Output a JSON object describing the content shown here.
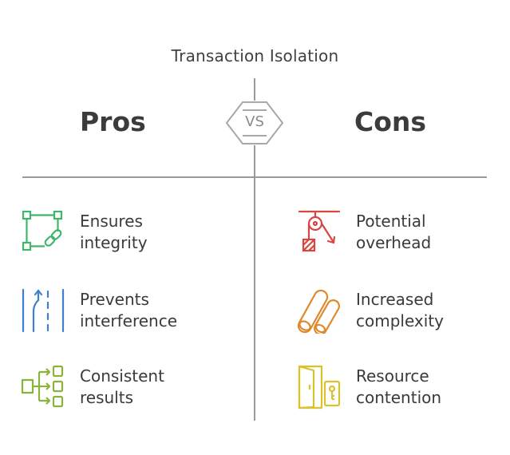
{
  "title": "Transaction Isolation",
  "vs": "VS",
  "pros": {
    "heading": "Pros",
    "items": [
      {
        "line1": "Ensures",
        "line2": "integrity",
        "icon": "nodes-link-icon",
        "color": "#3fb66b"
      },
      {
        "line1": "Prevents",
        "line2": "interference",
        "icon": "parallel-lanes-icon",
        "color": "#3e7fd1"
      },
      {
        "line1": "Consistent",
        "line2": "results",
        "icon": "branch-flow-icon",
        "color": "#8ab33a"
      }
    ]
  },
  "cons": {
    "heading": "Cons",
    "items": [
      {
        "line1": "Potential",
        "line2": "overhead",
        "icon": "pulley-weight-icon",
        "color": "#d9453f"
      },
      {
        "line1": "Increased",
        "line2": "complexity",
        "icon": "tubes-icon",
        "color": "#e0892c"
      },
      {
        "line1": "Resource",
        "line2": "contention",
        "icon": "locked-door-icon",
        "color": "#d9c22b"
      }
    ]
  }
}
